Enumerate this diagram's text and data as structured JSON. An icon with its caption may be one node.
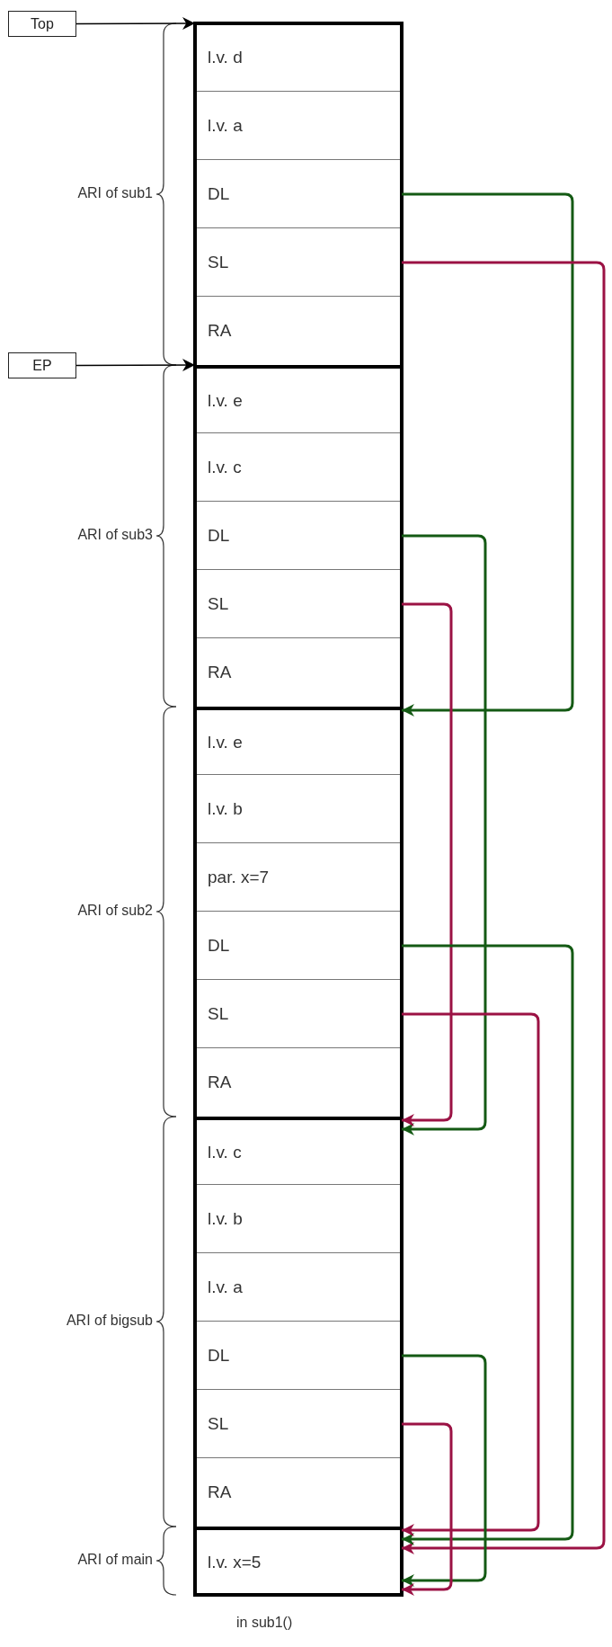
{
  "diagram": {
    "caption": "in sub1()",
    "nodes": [
      {
        "text": [
          "Top"
        ]
      },
      {
        "text": [
          "l.v. d"
        ]
      },
      {
        "text": [
          "l.v. a"
        ]
      },
      {
        "text": [
          "DL"
        ]
      },
      {
        "text": [
          "SL"
        ]
      },
      {
        "text": [
          "RA"
        ]
      },
      {
        "text": [
          "EP"
        ]
      },
      {
        "text": [
          "l.v. e"
        ]
      },
      {
        "text": [
          "l.v. c"
        ]
      },
      {
        "text": [
          "DL"
        ]
      },
      {
        "text": [
          "SL"
        ]
      },
      {
        "text": [
          "RA"
        ]
      },
      {
        "text": [
          "l.v. e"
        ]
      },
      {
        "text": [
          "l.v. b"
        ]
      },
      {
        "text": [
          "par. x=7"
        ]
      },
      {
        "text": [
          "DL"
        ]
      },
      {
        "text": [
          "SL"
        ]
      },
      {
        "text": [
          "RA"
        ]
      },
      {
        "text": [
          "l.v. c"
        ]
      },
      {
        "text": [
          "l.v. b"
        ]
      },
      {
        "text": [
          "l.v. a"
        ]
      },
      {
        "text": [
          "DL"
        ]
      },
      {
        "text": [
          "SL"
        ]
      },
      {
        "text": [
          "RA"
        ]
      },
      {
        "text": [
          "l.v. x=5"
        ]
      }
    ],
    "edges": [
      {
        "from": 0,
        "to": 1,
        "arrow": "to"
      },
      {
        "from": 6,
        "to": 7,
        "arrow": "to"
      },
      {
        "from": 3,
        "to": 12,
        "arrow": "to",
        "color": "#145a14"
      },
      {
        "from": 4,
        "to": 24,
        "arrow": "to",
        "color": "#9b1244"
      },
      {
        "from": 9,
        "to": 18,
        "arrow": "to",
        "color": "#145a14"
      },
      {
        "from": 10,
        "to": 18,
        "arrow": "to",
        "color": "#9b1244"
      },
      {
        "from": 15,
        "to": 24,
        "arrow": "to",
        "color": "#145a14"
      },
      {
        "from": 16,
        "to": 24,
        "arrow": "to",
        "color": "#9b1244"
      },
      {
        "from": 21,
        "to": 24,
        "arrow": "to",
        "color": "#145a14"
      },
      {
        "from": 22,
        "to": 24,
        "arrow": "to",
        "color": "#9b1244"
      }
    ],
    "labels": [
      "ARI of sub1",
      "ARI of sub3",
      "ARI of sub2",
      "ARI of bigsub",
      "ARI of main"
    ]
  }
}
